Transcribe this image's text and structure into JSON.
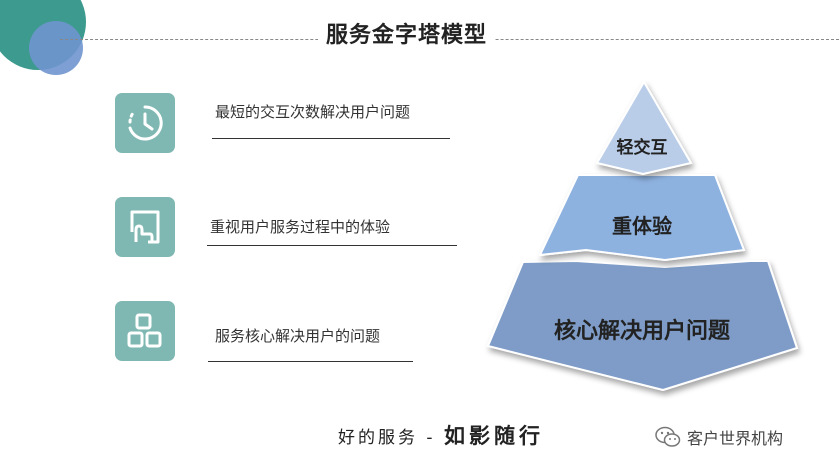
{
  "header": {
    "title": "服务金字塔模型"
  },
  "items": [
    {
      "icon": "clock-icon",
      "text": "最短的交互次数解决用户问题"
    },
    {
      "icon": "hand-frame-icon",
      "text": "重视用户服务过程中的体验"
    },
    {
      "icon": "grid-icon",
      "text": "服务核心解决用户的问题"
    }
  ],
  "pyramid": {
    "top": "轻交互",
    "middle": "重体验",
    "bottom": "核心解决用户问题",
    "colors": {
      "top": "#b9cde8",
      "middle": "#8eb2e0",
      "bottom": "#7e9cc7",
      "icon_bg": "#7fb8b2"
    }
  },
  "footer": {
    "prefix": "好的服务 - ",
    "emphasis": "如影随行"
  },
  "watermark": {
    "icon": "wechat-icon",
    "text": "客户世界机构"
  }
}
